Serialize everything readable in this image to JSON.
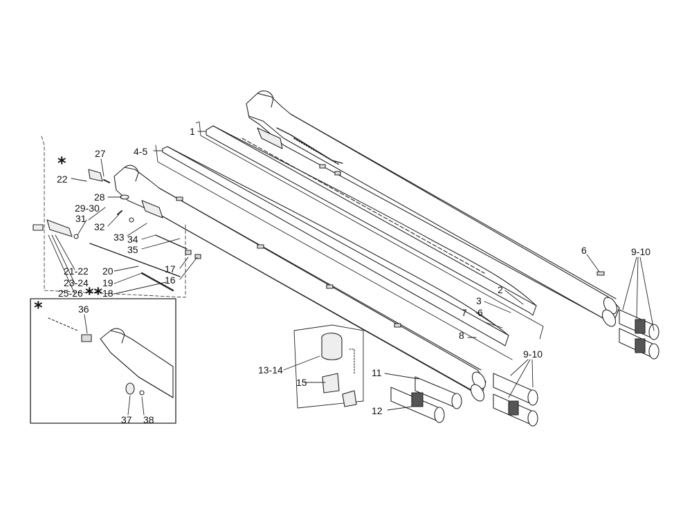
{
  "labels": {
    "l1": "1",
    "l4_5": "4-5",
    "l27": "27",
    "l22": "22",
    "l28": "28",
    "l29_30": "29-30",
    "l31": "31",
    "l32": "32",
    "l33": "33",
    "l34": "34",
    "l35": "35",
    "l17": "17",
    "l16": "16",
    "l21_22": "21-22",
    "l20": "20",
    "l23_24": "23-24",
    "l19": "19",
    "l25_26": "25-26",
    "l18": "18",
    "l36": "36",
    "l37": "37",
    "l38": "38",
    "l6a": "6",
    "l9_10a": "9-10",
    "l2": "2",
    "l3": "3",
    "l7": "7",
    "l6b": "6",
    "l8": "8",
    "l13_14": "13-14",
    "l15": "15",
    "l11": "11",
    "l12": "12",
    "l9_10b": "9-10"
  },
  "markers": {
    "single": "*",
    "double": "**",
    "inset": "*"
  }
}
